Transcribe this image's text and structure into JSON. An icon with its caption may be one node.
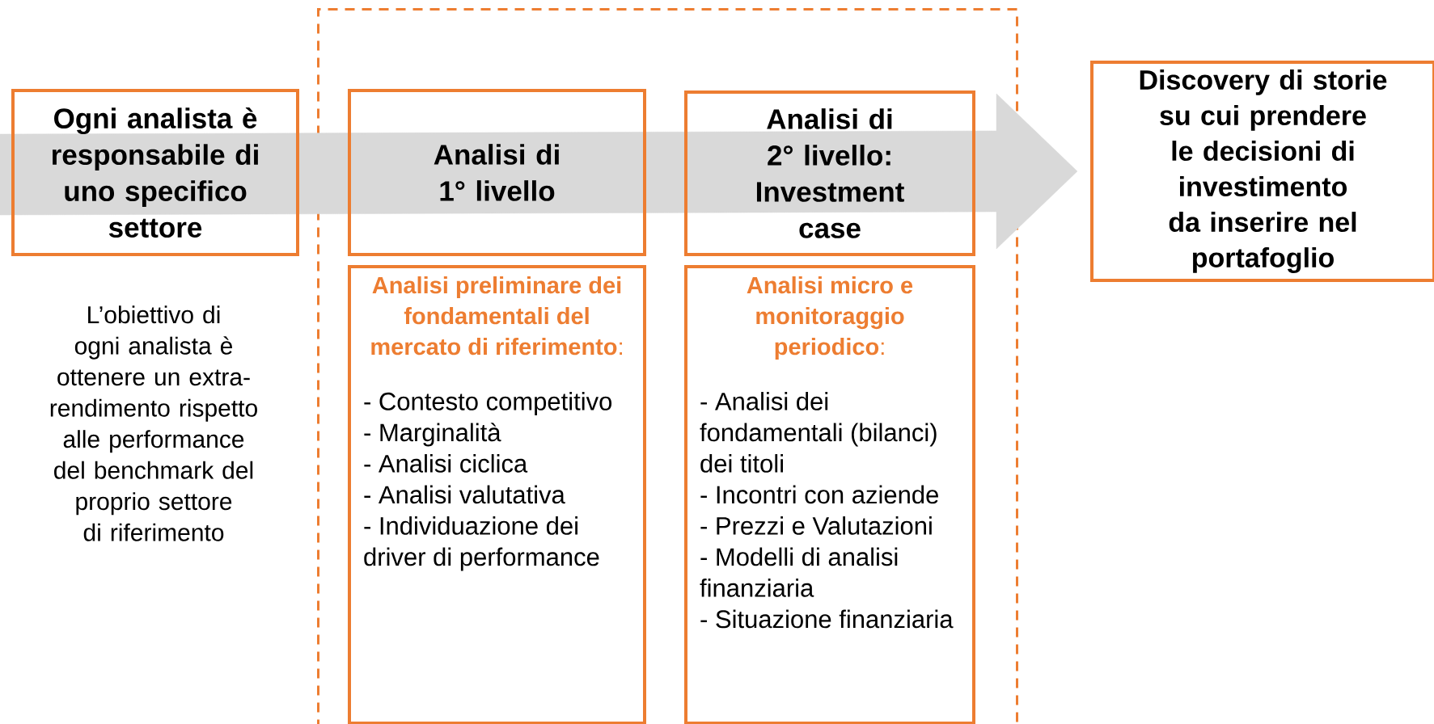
{
  "diagram": {
    "nodes": [
      {
        "text": [
          "Ogni analista è responsabile di uno specifico settore"
        ]
      },
      {
        "text": [],
        "shape": "box"
      },
      {
        "text": [
          "Analisi di 1° livello"
        ],
        "in": 1
      },
      {
        "text": [
          "Analisi di 2° livello: Investment case"
        ],
        "in": 1
      },
      {
        "text": [
          "**Analisi preliminare dei fondamentali del mercato di riferimento**:",
          "- Contesto competitivo",
          "- Marginalità",
          "- Analisi ciclica",
          "- Analisi valutativa",
          "- Individuazione dei driver di performance"
        ],
        "in": 1
      },
      {
        "text": [
          "**Analisi micro e monitoraggio periodico**:",
          "- Analisi dei fondamentali (bilanci) dei titoli",
          "- Incontri con aziende",
          "- Prezzi e Valutazioni",
          "- Modelli di analisi finanziaria",
          "- Situazione finanziaria"
        ],
        "in": 1
      },
      {
        "text": [
          "Discovery di storie su cui prendere le decisioni di investimento da inserire nel portafoglio"
        ]
      }
    ],
    "edges": [
      {
        "from": 0,
        "to": 6,
        "arrow": "to",
        "style": "thick",
        "color": "#d9d9d9"
      }
    ],
    "labels": [
      "L’obiettivo di ogni analista è ottenere un extra-rendimento rispetto alle performance del benchmark del proprio settore di riferimento"
    ]
  }
}
